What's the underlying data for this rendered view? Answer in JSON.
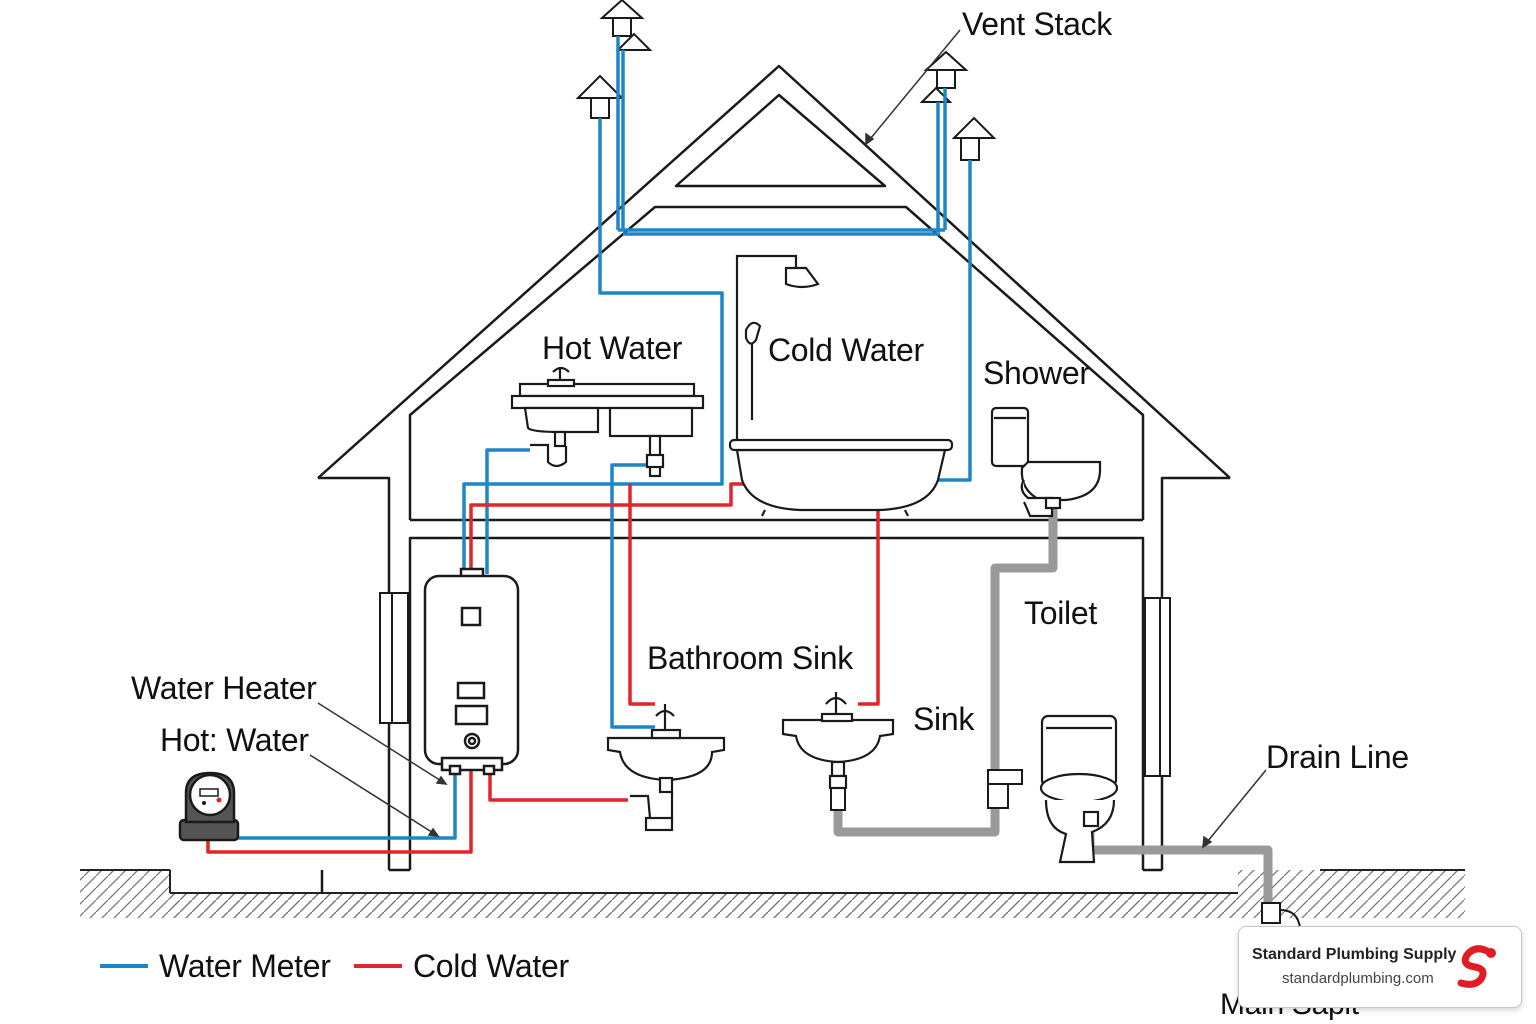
{
  "labels": {
    "vent_stack": "Vent Stack",
    "hot_water_top": "Hot Water",
    "cold_water_top": "Cold Water",
    "shower": "Shower",
    "toilet": "Toilet",
    "bathroom_sink": "Bathroom Sink",
    "sink": "Sink",
    "water_heater": "Water Heater",
    "hot_water_left": "Hot: Water",
    "drain_line": "Drain Line",
    "main_supply_cut": "Main Sapit"
  },
  "legend": {
    "items": [
      {
        "label": "Water Meter",
        "color": "#1f86c6"
      },
      {
        "label": "Cold Water",
        "color": "#e0262a"
      }
    ]
  },
  "brand": {
    "name": "Standard Plumbing Supply",
    "url": "standardplumbing.com",
    "logo_color": "#e11d24"
  },
  "colors": {
    "blue_pipe": "#1f86c6",
    "red_pipe": "#e0262a",
    "drain_pipe": "#9a9a9a",
    "outline": "#1a1a1a"
  }
}
